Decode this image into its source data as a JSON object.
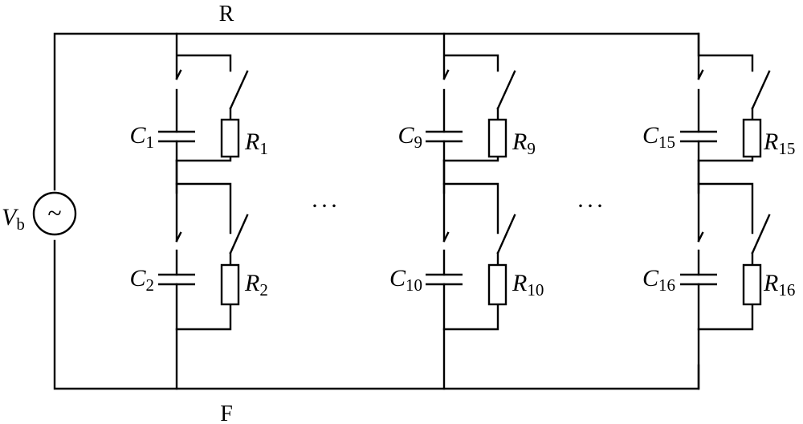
{
  "diagram": {
    "top_node": "R",
    "bottom_node": "F",
    "source": {
      "symbol": "V",
      "subscript": "b",
      "glyph": "~"
    },
    "ellipsis": "···",
    "columns": [
      {
        "cells": [
          {
            "cap": "C",
            "cap_sub": "1",
            "res": "R",
            "res_sub": "1"
          },
          {
            "cap": "C",
            "cap_sub": "2",
            "res": "R",
            "res_sub": "2"
          }
        ]
      },
      {
        "cells": [
          {
            "cap": "C",
            "cap_sub": "9",
            "res": "R",
            "res_sub": "9"
          },
          {
            "cap": "C",
            "cap_sub": "10",
            "res": "R",
            "res_sub": "10"
          }
        ]
      },
      {
        "cells": [
          {
            "cap": "C",
            "cap_sub": "15",
            "res": "R",
            "res_sub": "15"
          },
          {
            "cap": "C",
            "cap_sub": "16",
            "res": "R",
            "res_sub": "16"
          }
        ]
      }
    ]
  }
}
